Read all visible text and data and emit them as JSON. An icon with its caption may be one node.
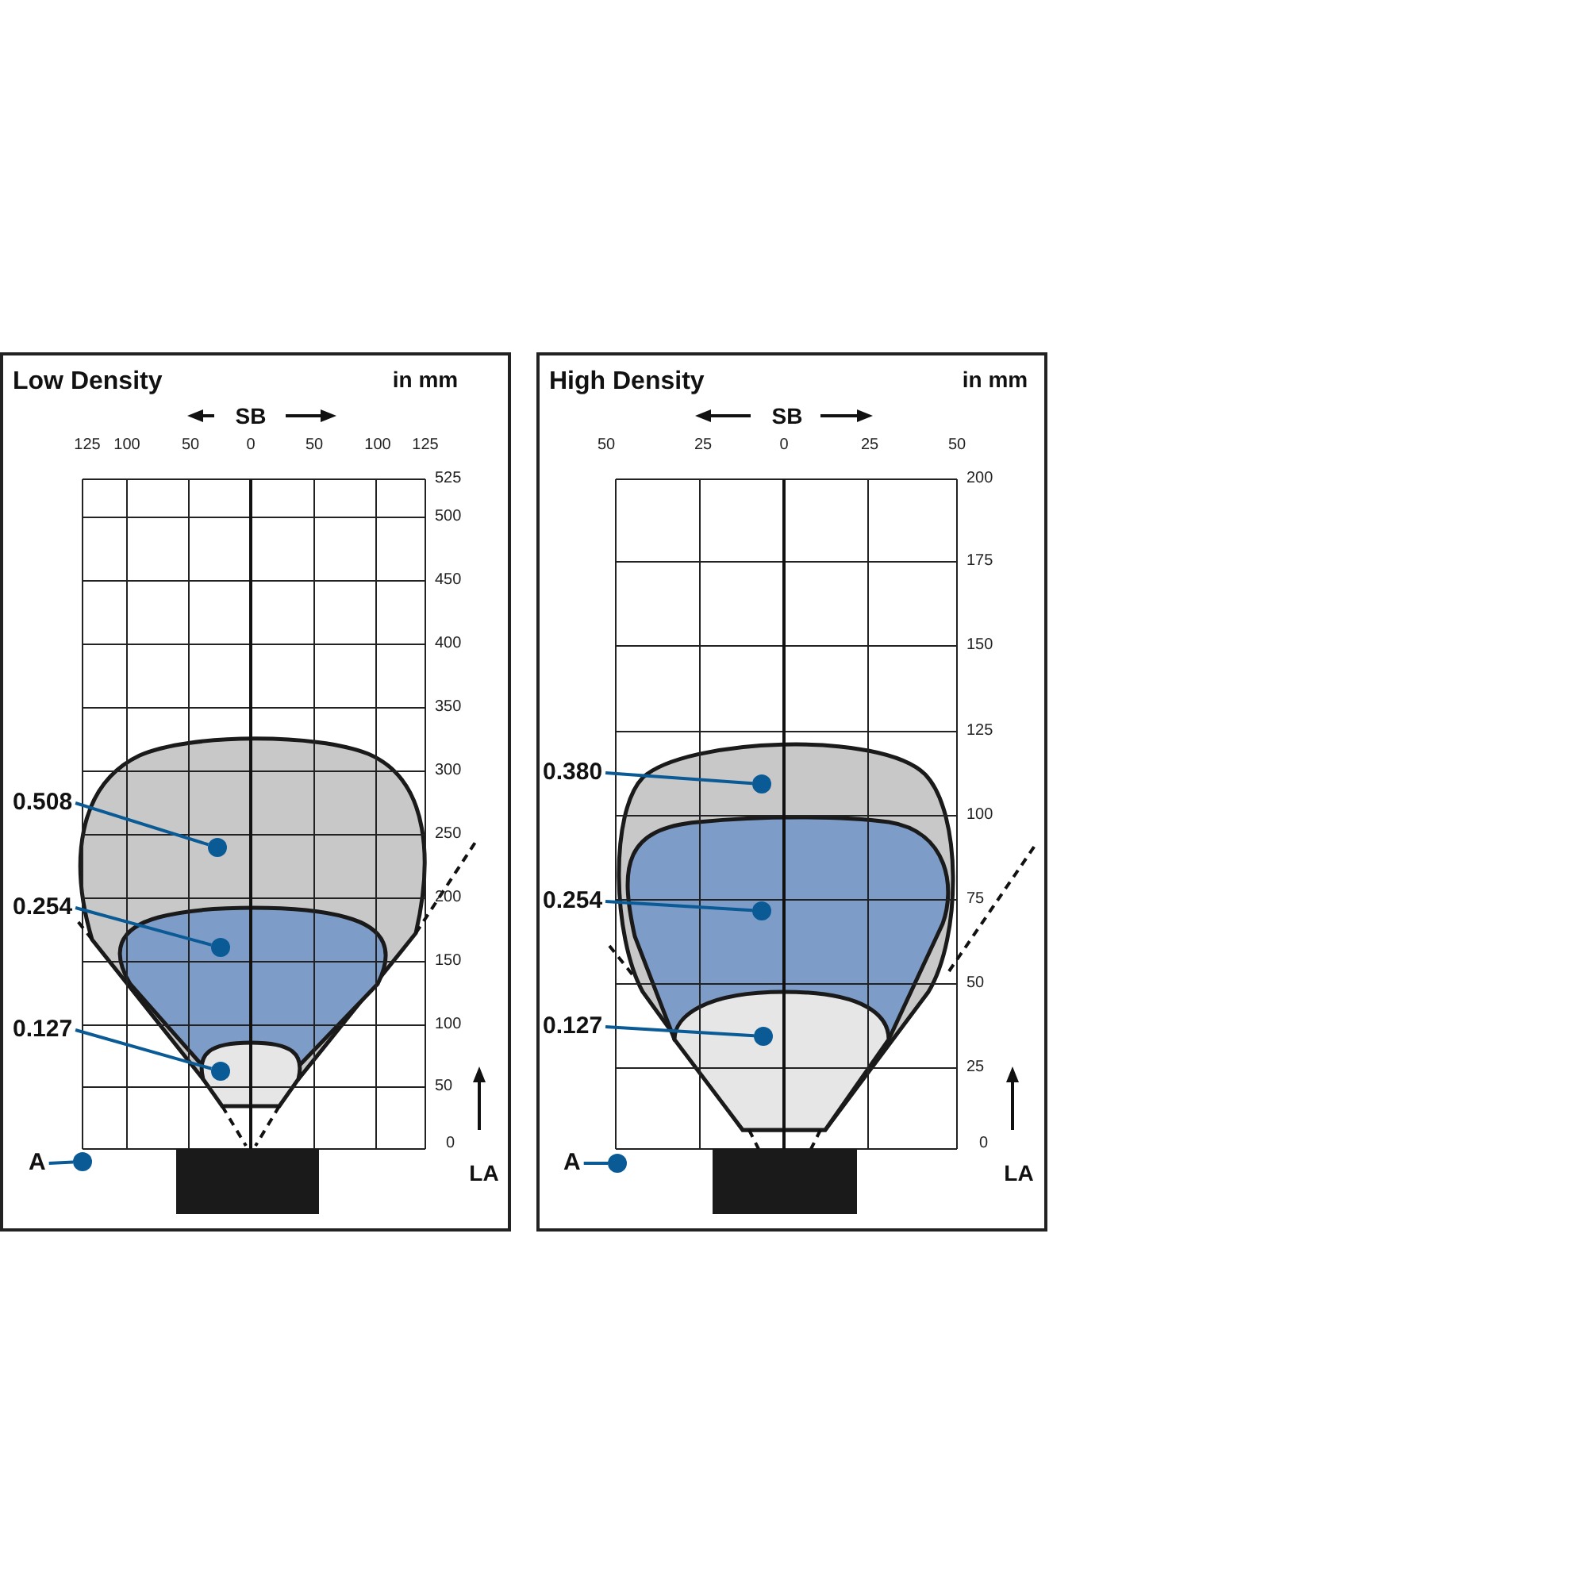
{
  "diagram": {
    "nodes": [
      {
        "text": [
          "Low Density"
        ]
      },
      {
        "text": [
          "0.508"
        ],
        "in": 0
      },
      {
        "text": [],
        "shape": "circle",
        "in": 0
      },
      {
        "text": [
          "0.254"
        ],
        "in": 0
      },
      {
        "text": [],
        "shape": "circle",
        "in": 0
      },
      {
        "text": [
          "0.127"
        ],
        "in": 0
      },
      {
        "text": [],
        "shape": "circle",
        "in": 0
      },
      {
        "text": [
          "A"
        ],
        "in": 0
      },
      {
        "text": [],
        "shape": "circle",
        "in": 0
      },
      {
        "text": [],
        "shape": "box",
        "in": 0
      },
      {
        "text": [
          "High Density"
        ]
      },
      {
        "text": [
          "0.380"
        ],
        "in": 10
      },
      {
        "text": [],
        "shape": "circle",
        "in": 10
      },
      {
        "text": [
          "0.254"
        ],
        "in": 10
      },
      {
        "text": [],
        "shape": "circle",
        "in": 10
      },
      {
        "text": [
          "0.127"
        ],
        "in": 10
      },
      {
        "text": [],
        "shape": "circle",
        "in": 10
      },
      {
        "text": [
          "A"
        ],
        "in": 10
      },
      {
        "text": [],
        "shape": "circle",
        "in": 10
      },
      {
        "text": [],
        "shape": "box",
        "in": 10
      }
    ],
    "edges": [
      {
        "from": 1,
        "to": 2,
        "arrow": "none"
      },
      {
        "from": 3,
        "to": 4,
        "arrow": "none"
      },
      {
        "from": 5,
        "to": 6,
        "arrow": "none"
      },
      {
        "from": 7,
        "to": 8,
        "arrow": "none"
      },
      {
        "from": 11,
        "to": 12,
        "arrow": "none"
      },
      {
        "from": 13,
        "to": 14,
        "arrow": "none"
      },
      {
        "from": 15,
        "to": 16,
        "arrow": "none"
      },
      {
        "from": 17,
        "to": 18,
        "arrow": "none"
      }
    ],
    "labels": [
      "in mm",
      "SB",
      "125",
      "100",
      "50",
      "0",
      "50",
      "100",
      "125",
      "525",
      "500",
      "450",
      "400",
      "350",
      "300",
      "250",
      "200",
      "150",
      "100",
      "50",
      "0",
      "LA",
      "in mm",
      "SB",
      "50",
      "25",
      "0",
      "25",
      "50",
      "200",
      "175",
      "150",
      "125",
      "100",
      "75",
      "50",
      "25",
      "0",
      "LA"
    ]
  }
}
